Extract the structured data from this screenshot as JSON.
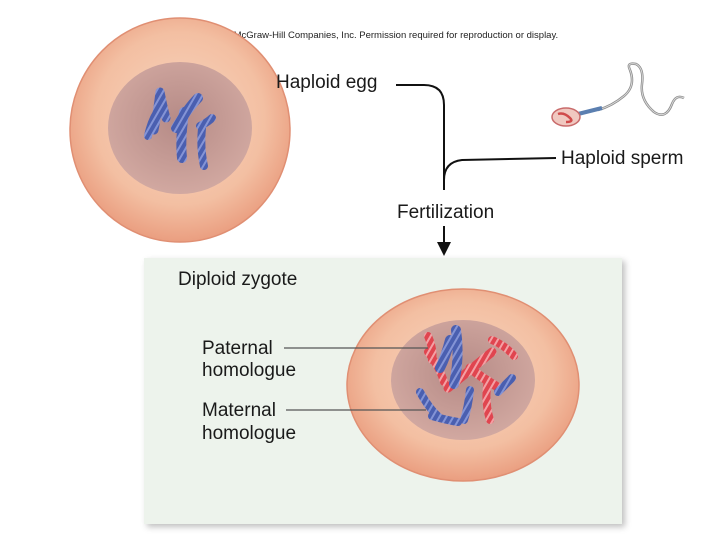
{
  "copyright": "Copyright © The McGraw-Hill Companies, Inc. Permission required for reproduction or display.",
  "labels": {
    "haploid_egg": "Haploid egg",
    "haploid_sperm": "Haploid sperm",
    "fertilization": "Fertilization",
    "diploid_zygote": "Diploid zygote",
    "paternal_line1": "Paternal",
    "paternal_line2": "homologue",
    "maternal_line1": "Maternal",
    "maternal_line2": "homologue"
  },
  "colors": {
    "maternal_chromosome": "#4a5fb0",
    "paternal_chromosome": "#e0454f",
    "cell_outer": "#f2b79a",
    "cell_nucleus": "#c99a95",
    "panel_bg": "#edf3ec"
  }
}
